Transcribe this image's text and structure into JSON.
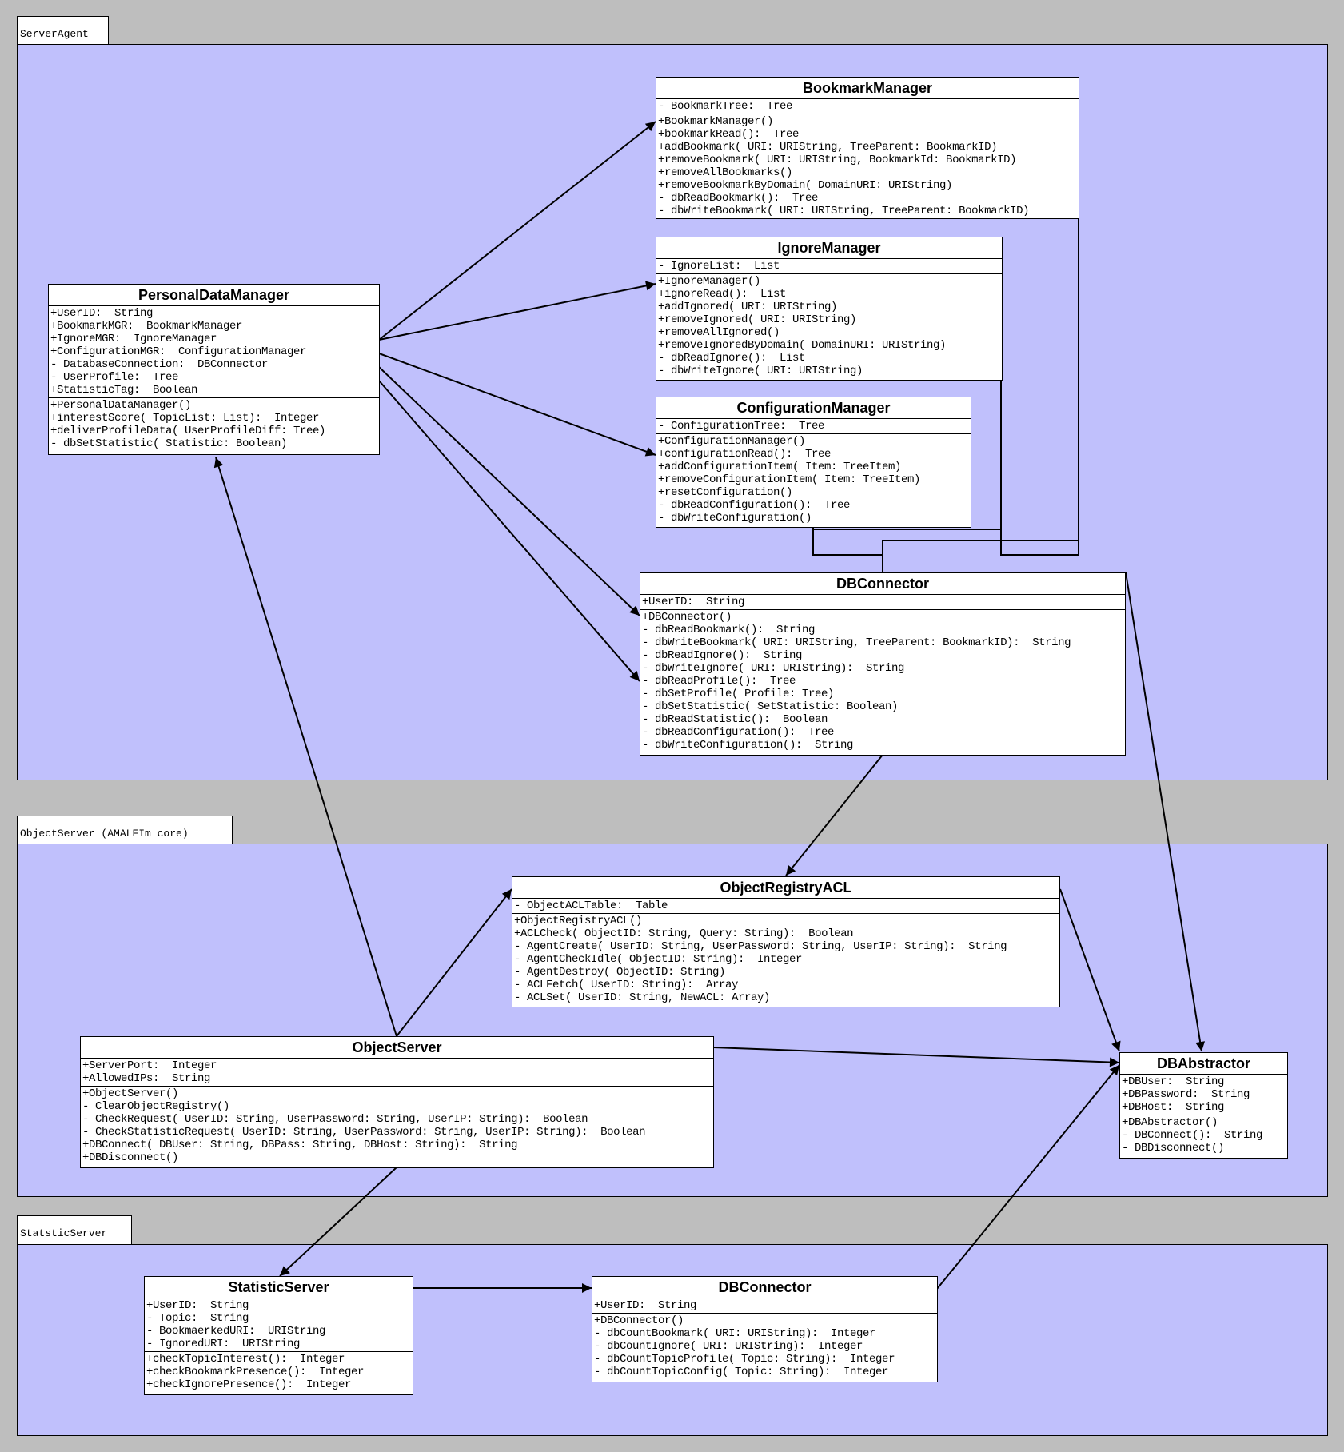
{
  "packages": [
    {
      "id": "server-agent",
      "label": "ServerAgent"
    },
    {
      "id": "object-server",
      "label": "ObjectServer (AMALFIm core)"
    },
    {
      "id": "statistic-server",
      "label": "StatsticServer"
    }
  ],
  "classes": {
    "bookmark_manager": {
      "name": "BookmarkManager",
      "attributes": [
        "- BookmarkTree:  Tree"
      ],
      "operations": [
        "+BookmarkManager()",
        "+bookmarkRead():  Tree",
        "+addBookmark( URI: URIString, TreeParent: BookmarkID)",
        "+removeBookmark( URI: URIString, BookmarkId: BookmarkID)",
        "+removeAllBookmarks()",
        "+removeBookmarkByDomain( DomainURI: URIString)",
        "- dbReadBookmark():  Tree",
        "- dbWriteBookmark( URI: URIString, TreeParent: BookmarkID)"
      ]
    },
    "ignore_manager": {
      "name": "IgnoreManager",
      "attributes": [
        "- IgnoreList:  List"
      ],
      "operations": [
        "+IgnoreManager()",
        "+ignoreRead():  List",
        "+addIgnored( URI: URIString)",
        "+removeIgnored( URI: URIString)",
        "+removeAllIgnored()",
        "+removeIgnoredByDomain( DomainURI: URIString)",
        "- dbReadIgnore():  List",
        "- dbWriteIgnore( URI: URIString)"
      ]
    },
    "configuration_manager": {
      "name": "ConfigurationManager",
      "attributes": [
        "- ConfigurationTree:  Tree"
      ],
      "operations": [
        "+ConfigurationManager()",
        "+configurationRead():  Tree",
        "+addConfigurationItem( Item: TreeItem)",
        "+removeConfigurationItem( Item: TreeItem)",
        "+resetConfiguration()",
        "- dbReadConfiguration():  Tree",
        "- dbWriteConfiguration()"
      ]
    },
    "personal_data_manager": {
      "name": "PersonalDataManager",
      "attributes": [
        "+UserID:  String",
        "+BookmarkMGR:  BookmarkManager",
        "+IgnoreMGR:  IgnoreManager",
        "+ConfigurationMGR:  ConfigurationManager",
        "- DatabaseConnection:  DBConnector",
        "- UserProfile:  Tree",
        "+StatisticTag:  Boolean"
      ],
      "operations": [
        "+PersonalDataManager()",
        "+interestScore( TopicList: List):  Integer",
        "+deliverProfileData( UserProfileDiff: Tree)",
        "- dbSetStatistic( Statistic: Boolean)"
      ]
    },
    "db_connector_agent": {
      "name": "DBConnector",
      "attributes": [
        "+UserID:  String"
      ],
      "operations": [
        "+DBConnector()",
        "- dbReadBookmark():  String",
        "- dbWriteBookmark( URI: URIString, TreeParent: BookmarkID):  String",
        "- dbReadIgnore():  String",
        "- dbWriteIgnore( URI: URIString):  String",
        "- dbReadProfile():  Tree",
        "- dbSetProfile( Profile: Tree)",
        "- dbSetStatistic( SetStatistic: Boolean)",
        "- dbReadStatistic():  Boolean",
        "- dbReadConfiguration():  Tree",
        "- dbWriteConfiguration():  String"
      ]
    },
    "object_registry_acl": {
      "name": "ObjectRegistryACL",
      "attributes": [
        "- ObjectACLTable:  Table"
      ],
      "operations": [
        "+ObjectRegistryACL()",
        "+ACLCheck( ObjectID: String, Query: String):  Boolean",
        "- AgentCreate( UserID: String, UserPassword: String, UserIP: String):  String",
        "- AgentCheckIdle( ObjectID: String):  Integer",
        "- AgentDestroy( ObjectID: String)",
        "- ACLFetch( UserID: String):  Array",
        "- ACLSet( UserID: String, NewACL: Array)"
      ]
    },
    "object_server": {
      "name": "ObjectServer",
      "attributes": [
        "+ServerPort:  Integer",
        "+AllowedIPs:  String"
      ],
      "operations": [
        "+ObjectServer()",
        "- ClearObjectRegistry()",
        "- CheckRequest( UserID: String, UserPassword: String, UserIP: String):  Boolean",
        "- CheckStatisticRequest( UserID: String, UserPassword: String, UserIP: String):  Boolean",
        "+DBConnect( DBUser: String, DBPass: String, DBHost: String):  String",
        "+DBDisconnect()"
      ]
    },
    "db_abstractor": {
      "name": "DBAbstractor",
      "attributes": [
        "+DBUser:  String",
        "+DBPassword:  String",
        "+DBHost:  String"
      ],
      "operations": [
        "+DBAbstractor()",
        "- DBConnect():  String",
        "- DBDisconnect()"
      ]
    },
    "statistic_server": {
      "name": "StatisticServer",
      "attributes": [
        "+UserID:  String",
        "- Topic:  String",
        "- BookmaerkedURI:  URIString",
        "- IgnoredURI:  URIString"
      ],
      "operations": [
        "+checkTopicInterest():  Integer",
        "+checkBookmarkPresence():  Integer",
        "+checkIgnorePresence():  Integer"
      ]
    },
    "db_connector_stat": {
      "name": "DBConnector",
      "attributes": [
        "+UserID:  String"
      ],
      "operations": [
        "+DBConnector()",
        "- dbCountBookmark( URI: URIString):  Integer",
        "- dbCountIgnore( URI: URIString):  Integer",
        "- dbCountTopicProfile( Topic: String):  Integer",
        "- dbCountTopicConfig( Topic: String):  Integer"
      ]
    }
  },
  "colors": {
    "canvas": "#bebebe",
    "package_fill": "#c0c0fc",
    "class_fill": "#ffffff",
    "line": "#000000"
  }
}
